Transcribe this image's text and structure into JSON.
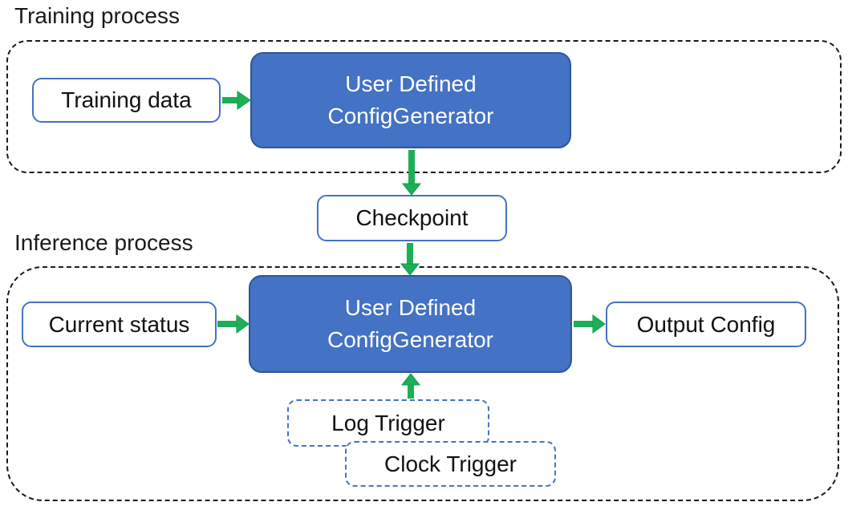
{
  "training": {
    "label": "Training process",
    "training_data": "Training data",
    "generator": {
      "line1": "User Defined",
      "line2": "ConfigGenerator"
    }
  },
  "checkpoint": {
    "label": "Checkpoint"
  },
  "inference": {
    "label": "Inference process",
    "current_status": "Current status",
    "generator": {
      "line1": "User Defined",
      "line2": "ConfigGenerator"
    },
    "output_config": "Output Config",
    "log_trigger": "Log Trigger",
    "clock_trigger": "Clock Trigger"
  },
  "connections": [
    {
      "from": "Training data",
      "to": "User Defined ConfigGenerator (training)",
      "direction": "right"
    },
    {
      "from": "User Defined ConfigGenerator (training)",
      "to": "Checkpoint",
      "direction": "down"
    },
    {
      "from": "Checkpoint",
      "to": "User Defined ConfigGenerator (inference)",
      "direction": "down"
    },
    {
      "from": "Current status",
      "to": "User Defined ConfigGenerator (inference)",
      "direction": "right"
    },
    {
      "from": "User Defined ConfigGenerator (inference)",
      "to": "Output Config",
      "direction": "right"
    },
    {
      "from": "Log Trigger",
      "to": "User Defined ConfigGenerator (inference)",
      "direction": "up"
    }
  ],
  "colors": {
    "node_fill_blue": "#4472C4",
    "node_border_dark_blue": "#2F5597",
    "light_node_border": "#4472C4",
    "arrow_green": "#1CAF56",
    "arrow_green_edge": "#0F9C49",
    "container_dash": "#1a1a1a",
    "text": "#111111",
    "text_on_blue": "#ffffff"
  }
}
